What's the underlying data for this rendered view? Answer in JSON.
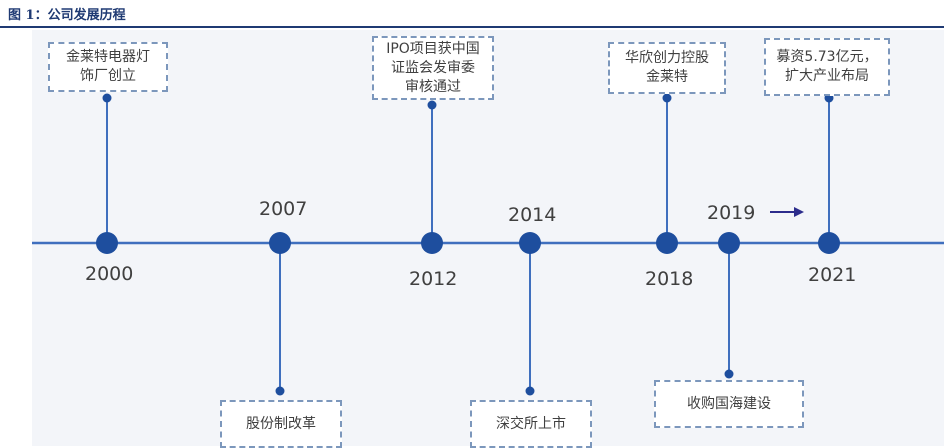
{
  "figure": {
    "title": "图 1：公司发展历程"
  },
  "colors": {
    "line": "#3f6fbe",
    "node": "#1e4e9e",
    "box_border": "#7c97bc",
    "title": "#1f3a73",
    "arrow": "#2c2c8c"
  },
  "milestones": [
    {
      "year": "2000",
      "event": "金莱特电器灯\n饰厂创立",
      "side": "top",
      "year_position": "below"
    },
    {
      "year": "2007",
      "event": "股份制改革",
      "side": "bottom",
      "year_position": "above"
    },
    {
      "year": "2012",
      "event": "IPO项目获中国\n证监会发审委\n审核通过",
      "side": "top",
      "year_position": "below"
    },
    {
      "year": "2014",
      "event": "深交所上市",
      "side": "bottom",
      "year_position": "above"
    },
    {
      "year": "2018",
      "event": "华欣创力控股\n金莱特",
      "side": "top",
      "year_position": "below"
    },
    {
      "year": "2019",
      "event": "收购国海建设",
      "side": "bottom",
      "year_position": "above"
    },
    {
      "year": "2021",
      "event": "募资5.73亿元，\n扩大产业布局",
      "side": "top",
      "year_position": "below"
    }
  ]
}
